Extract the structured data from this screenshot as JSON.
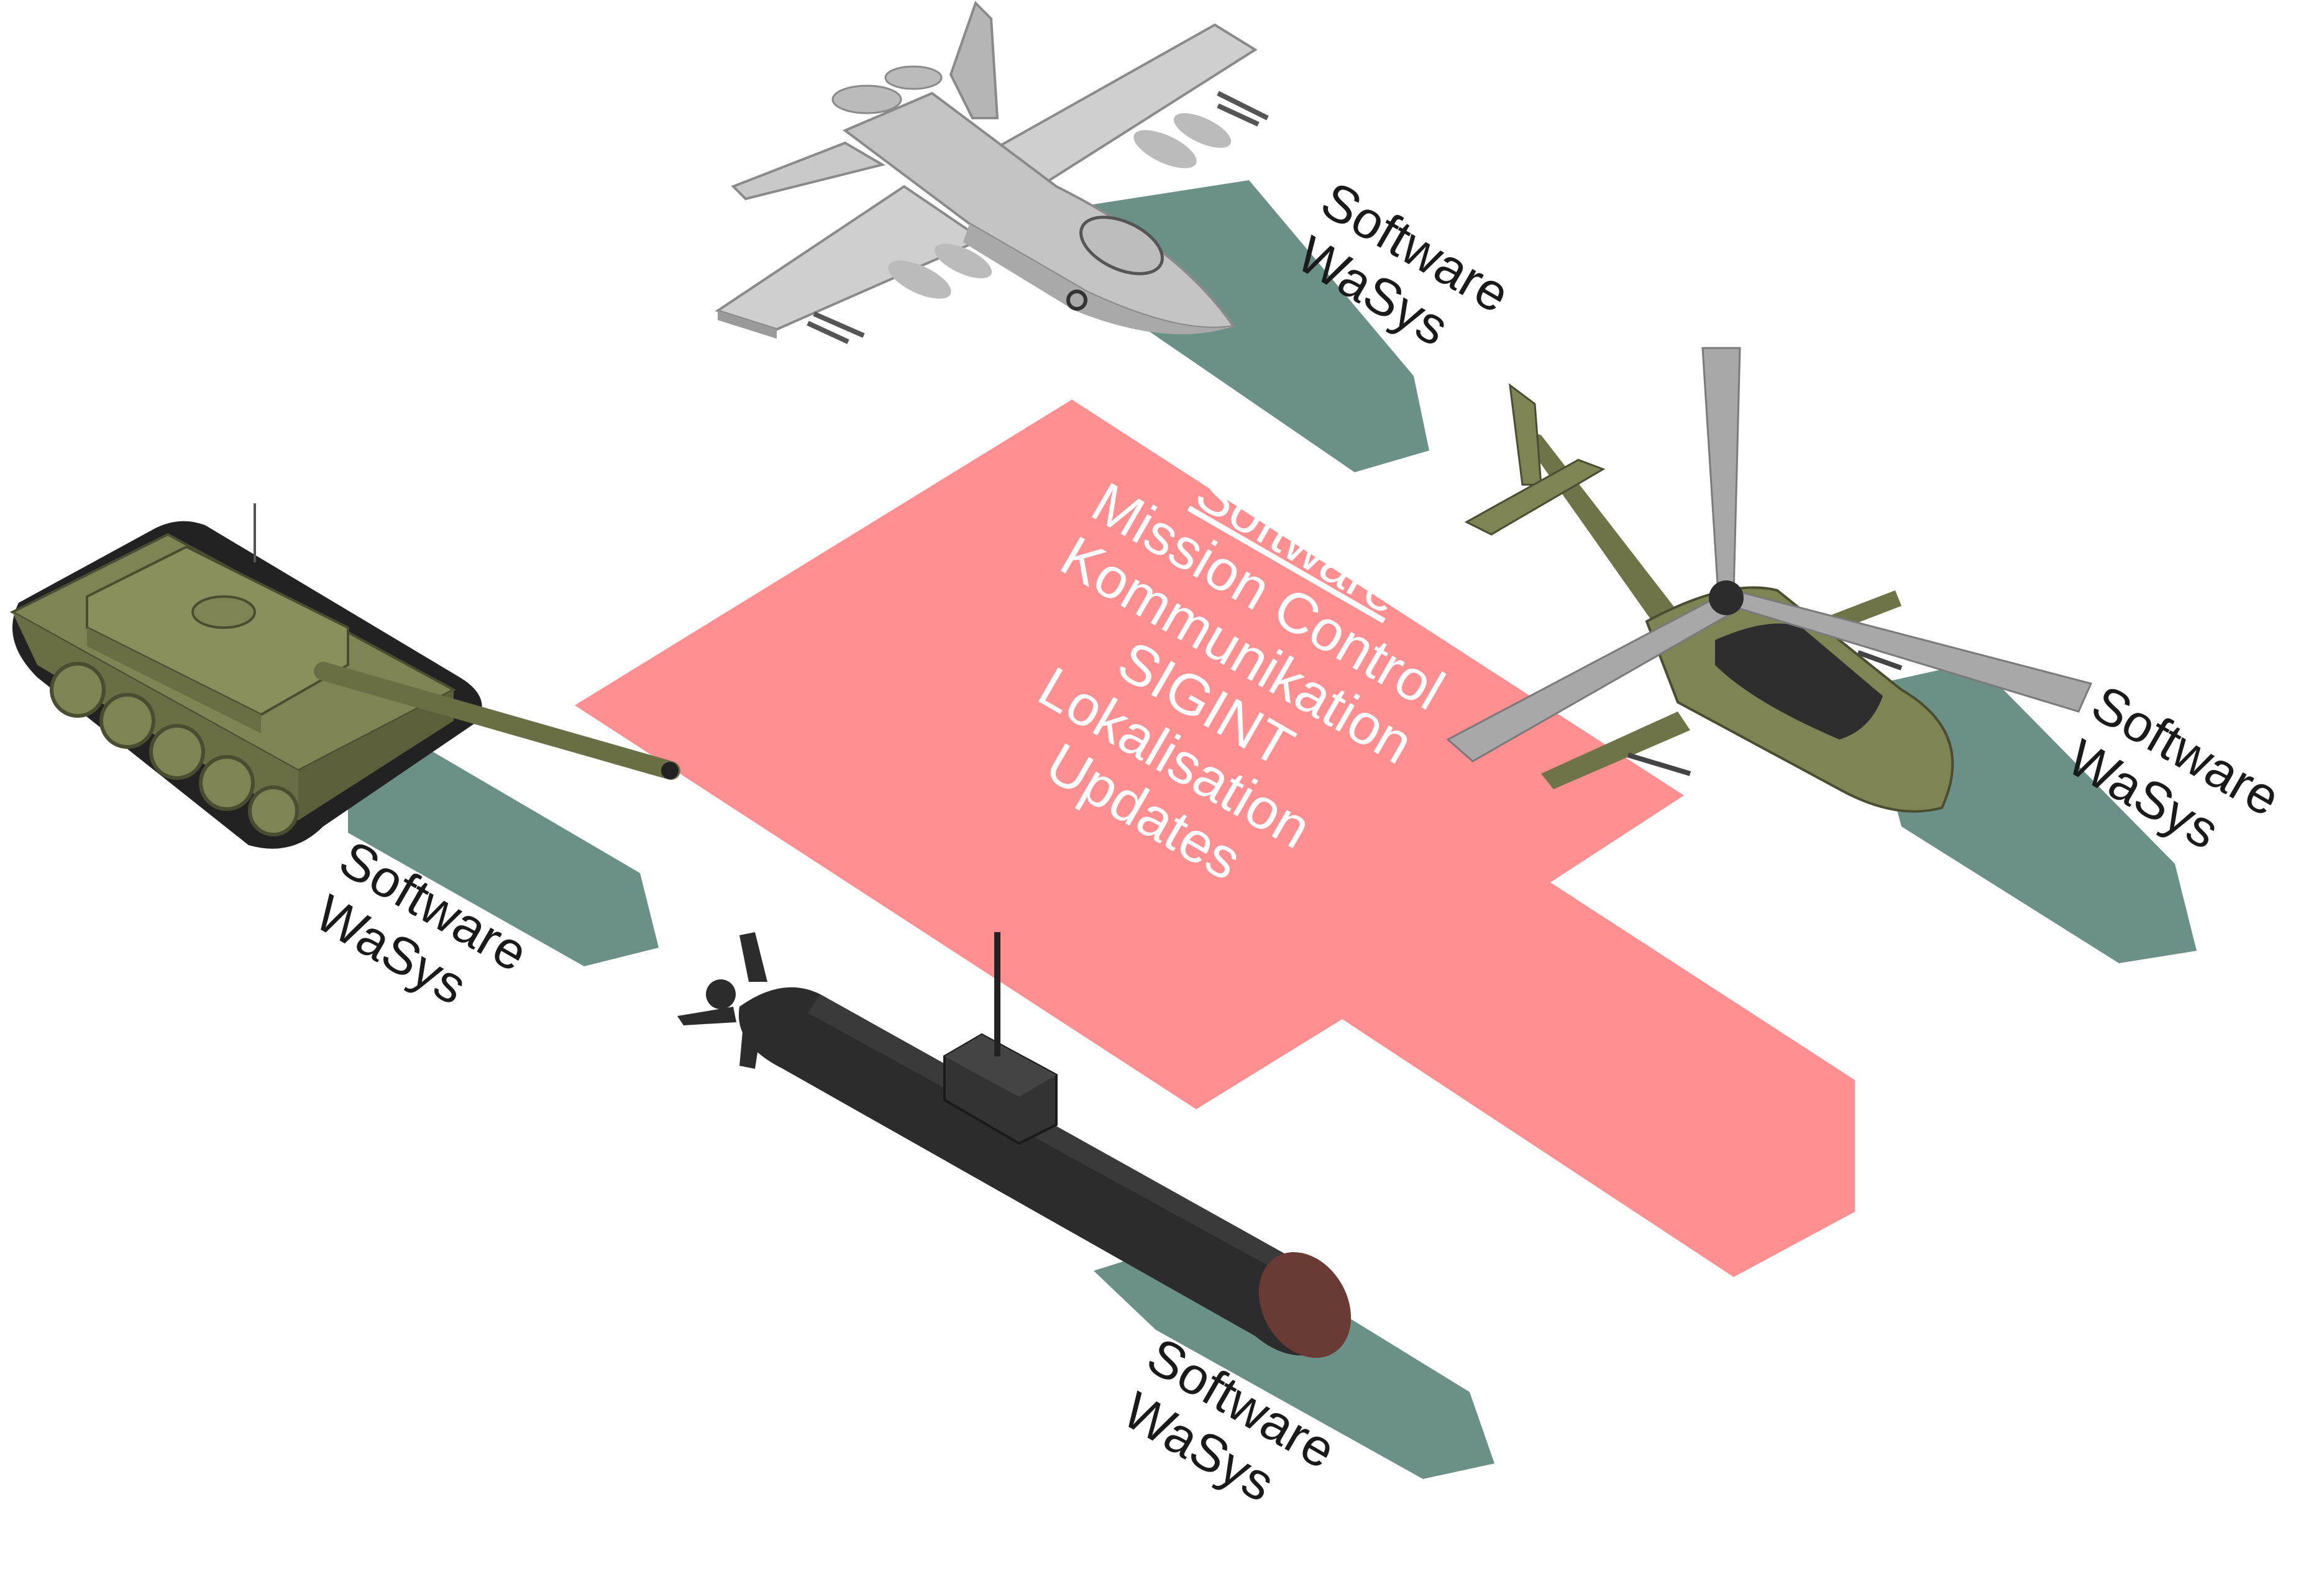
{
  "hub": {
    "title_line1": "Gemeinsame",
    "title_line2": "Software",
    "items": [
      "Mission Control",
      "Kommunikation",
      "SIGINT",
      "Lokalisation",
      "Updates"
    ]
  },
  "vehicles": {
    "aircraft": {
      "label_line1": "Software",
      "label_line2": "WaSys"
    },
    "helicopter": {
      "label_line1": "Software",
      "label_line2": "WaSys"
    },
    "tank": {
      "label_line1": "Software",
      "label_line2": "WaSys"
    },
    "submarine": {
      "label_line1": "Software",
      "label_line2": "WaSys"
    }
  },
  "colors": {
    "hub": "#ff8f91",
    "module": "#6a9088",
    "aircraft": "#c3c3c3",
    "military_green": "#7f8454",
    "submarine": "#2c2c2c",
    "sub_nose": "#6a3a34"
  }
}
